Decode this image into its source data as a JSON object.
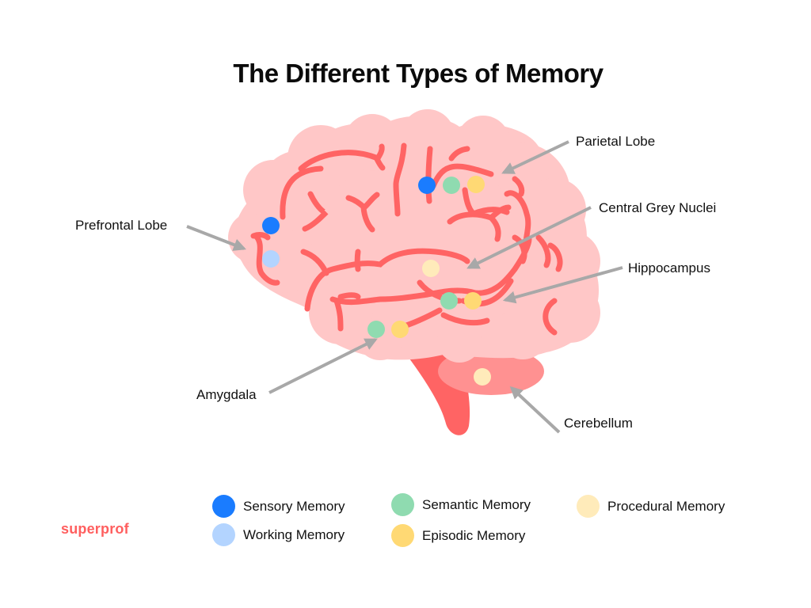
{
  "title": "The Different Types of Memory",
  "colors": {
    "brain_fill": "#ffc7c7",
    "gyri": "#ff6464",
    "cerebellum": "#ff9191",
    "brainstem": "#ff6464",
    "arrow": "#a8a8a8",
    "brand": "#ff5f5f"
  },
  "regions": [
    {
      "name": "Prefrontal Lobe",
      "memories": [
        "Sensory Memory",
        "Working Memory"
      ]
    },
    {
      "name": "Parietal Lobe",
      "memories": [
        "Sensory Memory",
        "Semantic Memory",
        "Episodic Memory"
      ]
    },
    {
      "name": "Central Grey Nuclei",
      "memories": [
        "Procedural Memory"
      ]
    },
    {
      "name": "Hippocampus",
      "memories": [
        "Semantic Memory",
        "Episodic Memory"
      ]
    },
    {
      "name": "Amygdala",
      "memories": [
        "Semantic Memory",
        "Episodic Memory"
      ]
    },
    {
      "name": "Cerebellum",
      "memories": [
        "Procedural Memory"
      ]
    }
  ],
  "legend": [
    {
      "label": "Sensory Memory",
      "color": "#1a7cff",
      "icon": "blue-dot-icon"
    },
    {
      "label": "Working Memory",
      "color": "#b3d4ff",
      "icon": "light-blue-dot-icon"
    },
    {
      "label": "Semantic Memory",
      "color": "#8fdbb0",
      "icon": "green-dot-icon"
    },
    {
      "label": "Episodic Memory",
      "color": "#ffd974",
      "icon": "yellow-dot-icon"
    },
    {
      "label": "Procedural Memory",
      "color": "#ffebba",
      "icon": "cream-dot-icon"
    }
  ],
  "brand": {
    "logo_text": "superprof"
  }
}
